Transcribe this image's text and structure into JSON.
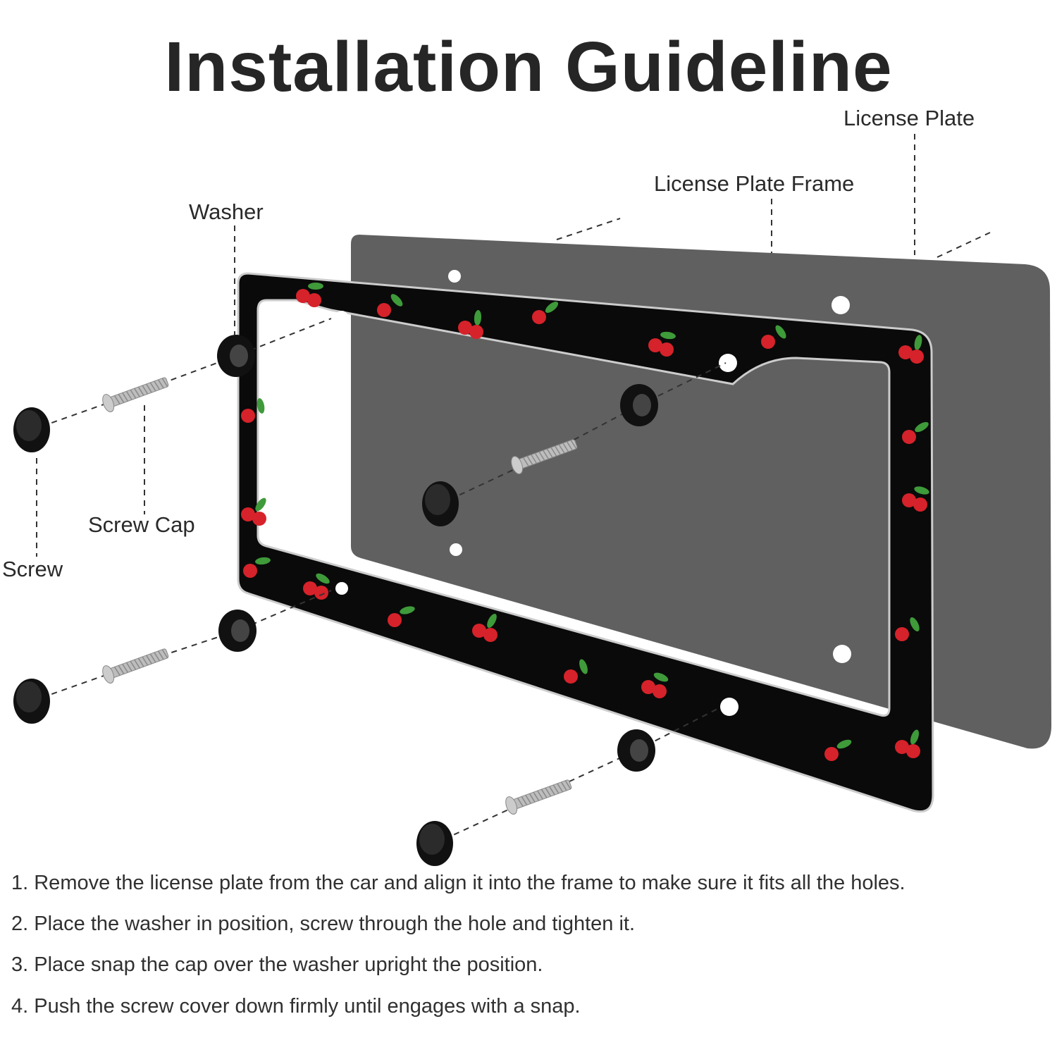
{
  "title": "Installation Guideline",
  "labels": {
    "license_plate": "License Plate",
    "license_plate_frame": "License Plate Frame",
    "washer": "Washer",
    "screw_cap": "Screw Cap",
    "screw": "Screw"
  },
  "steps": [
    "1. Remove the license plate from the car and align it into the frame to make sure it fits all the holes.",
    "2. Place the washer in position, screw through the hole and tighten it.",
    "3. Place snap the cap over the washer upright the position.",
    "4. Push the screw cover down firmly until engages with a snap."
  ],
  "colors": {
    "plate": "#606060",
    "frame": "#0a0a0a",
    "cherry": "#d6222a",
    "leaf": "#3f9a3a",
    "text": "#262626"
  }
}
